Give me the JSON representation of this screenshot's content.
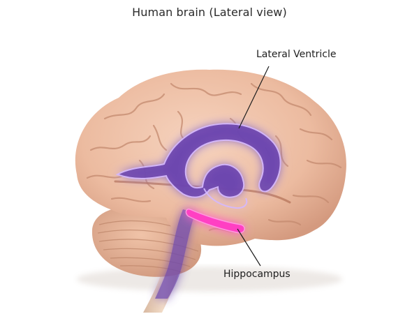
{
  "title": "Human brain (Lateral view)",
  "labels": {
    "lateral_ventricle": "Lateral Ventricle",
    "hippocampus": "Hippocampus"
  },
  "colors": {
    "brain": "#efc1a6",
    "brain_shadow": "#d59e84",
    "cerebellum": "#e3b093",
    "ventricle": "#6b45b0",
    "ventricle_glow": "#b98cff",
    "hippocampus": "#ff3fc3",
    "leader_line": "#1e1e1e"
  }
}
